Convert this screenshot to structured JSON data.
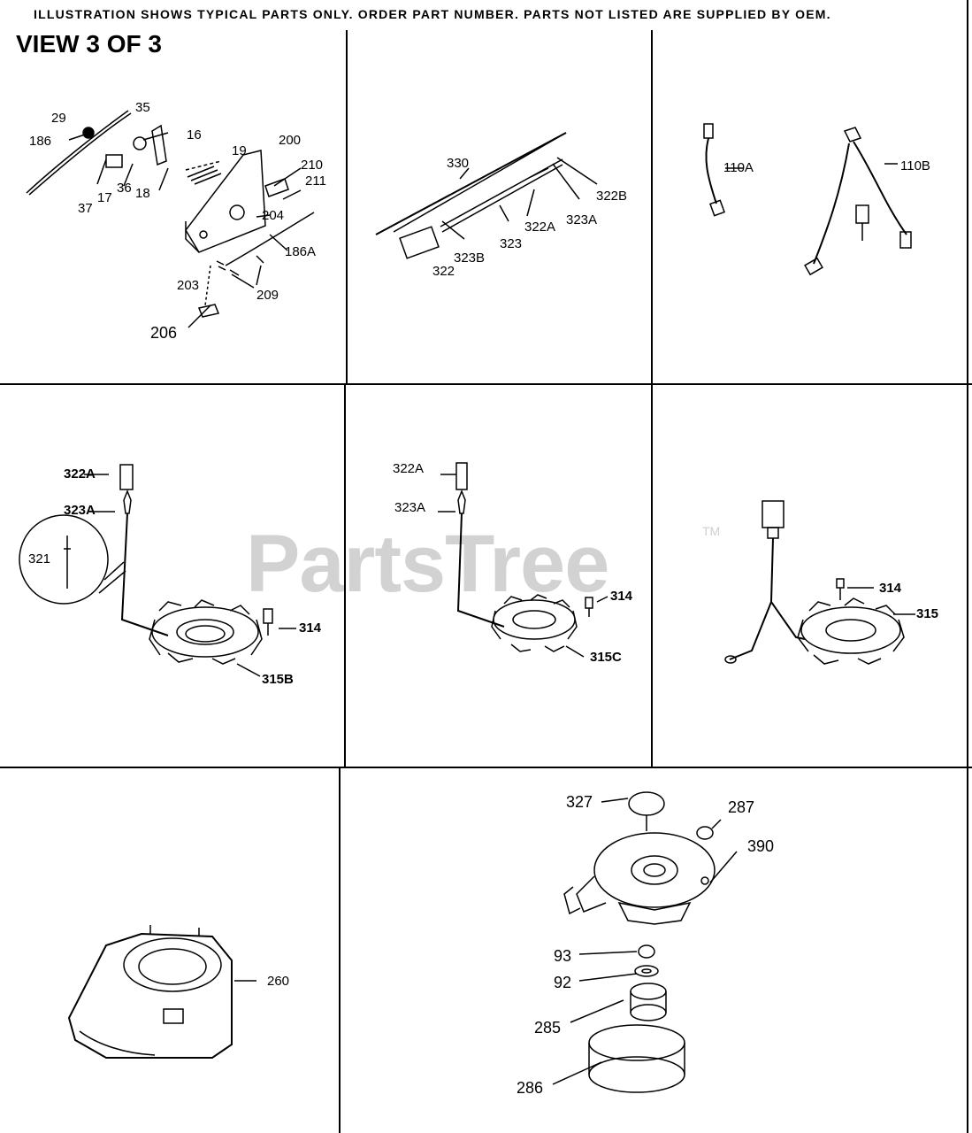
{
  "header": "ILLUSTRATION SHOWS TYPICAL PARTS ONLY. ORDER PART NUMBER. PARTS NOT LISTED ARE SUPPLIED BY OEM.",
  "view_title": "VIEW 3 OF 3",
  "watermark": "PartsTree",
  "trademark": "TM",
  "panels": {
    "governor": [
      "29",
      "35",
      "16",
      "186",
      "19",
      "200",
      "17",
      "36",
      "18",
      "37",
      "210",
      "211",
      "204",
      "186A",
      "203",
      "209",
      "206"
    ],
    "harness": [
      "330",
      "322B",
      "323A",
      "322A",
      "323",
      "323B",
      "322"
    ],
    "wire_leads": [
      "110A",
      "110B"
    ],
    "alternator_b": [
      "322A",
      "323A",
      "321",
      "314",
      "315B"
    ],
    "alternator_c": [
      "322A",
      "323A",
      "314",
      "315C"
    ],
    "alternator": [
      "314",
      "315"
    ],
    "blower_housing": [
      "260"
    ],
    "recoil_starter": [
      "327",
      "287",
      "390",
      "93",
      "92",
      "285",
      "286"
    ]
  }
}
